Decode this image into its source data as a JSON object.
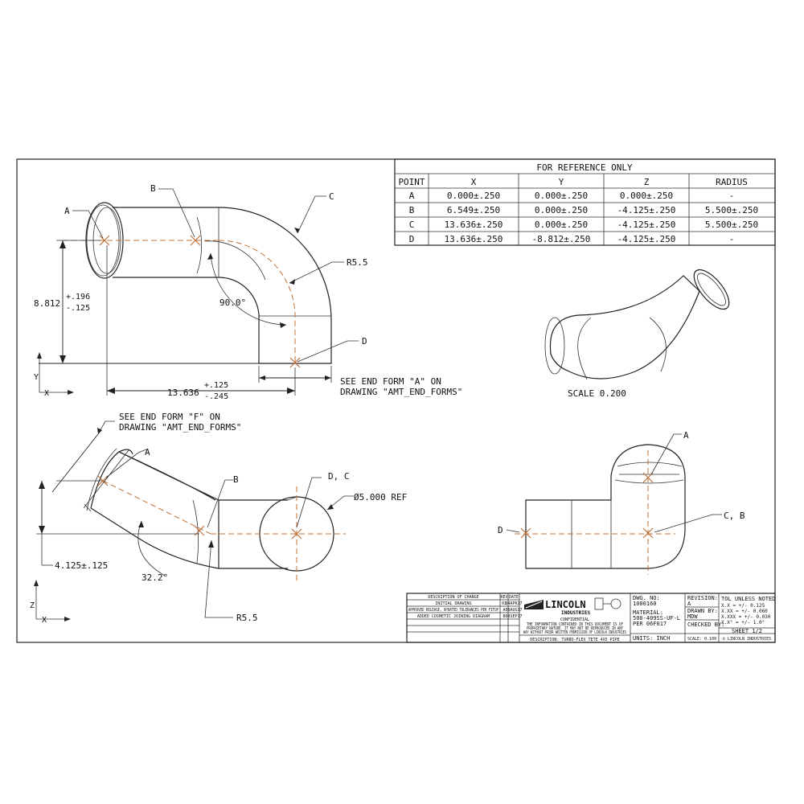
{
  "reference_table": {
    "title": "FOR REFERENCE ONLY",
    "headers": [
      "POINT",
      "X",
      "Y",
      "Z",
      "RADIUS"
    ],
    "rows": [
      [
        "A",
        "0.000±.250",
        "0.000±.250",
        "0.000±.250",
        "-"
      ],
      [
        "B",
        "6.549±.250",
        "0.000±.250",
        "-4.125±.250",
        "5.500±.250"
      ],
      [
        "C",
        "13.636±.250",
        "0.000±.250",
        "-4.125±.250",
        "5.500±.250"
      ],
      [
        "D",
        "13.636±.250",
        "-8.812±.250",
        "-4.125±.250",
        "-"
      ]
    ]
  },
  "top_view": {
    "label_a": "A",
    "label_b": "B",
    "label_c": "C",
    "label_d": "D",
    "radius": "R5.5",
    "angle": "90.0°",
    "dim_vertical_main": "8.812",
    "dim_vertical_plus": "+.196",
    "dim_vertical_minus": "-.125",
    "dim_horizontal_main": "13.636",
    "dim_horizontal_plus": "+.125",
    "dim_horizontal_minus": "-.245",
    "note_line1": "SEE END FORM \"A\" ON",
    "note_line2": "DRAWING \"AMT_END_FORMS\"",
    "axis_x": "X",
    "axis_y": "Y"
  },
  "front_view": {
    "note_line1": "SEE END FORM \"F\" ON",
    "note_line2": "DRAWING \"AMT_END_FORMS\"",
    "label_a": "A",
    "label_b": "B",
    "label_dc": "D, C",
    "diameter": "Ø5.000 REF",
    "dim_offset": "4.125±.125",
    "angle": "32.2°",
    "radius": "R5.5",
    "axis_x": "X",
    "axis_z": "Z"
  },
  "iso_view": {
    "scale": "SCALE  0.200"
  },
  "side_view": {
    "label_a": "A",
    "label_d": "D",
    "label_cb": "C, B"
  },
  "title_block": {
    "revision_header": "DESCRIPTION OF CHANGE",
    "rev_col": "REV",
    "date_col": "DATE",
    "revisions": [
      {
        "desc": "INITIAL DRAWING",
        "rev": "01",
        "date": "04APR17"
      },
      {
        "desc": "APPROVED RELEASE, UPDATED TOLERANCES PER FITUP",
        "rev": "A",
        "date": "08AUG17"
      },
      {
        "desc": "ADDED COSMETIC JOINING DIAGRAM",
        "rev": "B",
        "date": "08SEP17"
      }
    ],
    "company": "LINCOLN",
    "company_sub": "INDUSTRIES",
    "confidential_title": "CONFIDENTIAL",
    "confidential_1": "THE INFORMATION CONTAINED IN THIS DOCUMENT IS OF",
    "confidential_2": "PROPRIETARY NATURE. IT MAY NOT BE REPRODUCED IN ANY",
    "confidential_3": "WAY WITHOUT PRIOR WRITTEN PERMISSION OF LINCOLN INDUSTRIES",
    "description": "DESCRIPTION: TURBO-FLEX TETE 4X5 PIPE",
    "dwg_no_label": "DWG. NO:",
    "dwg_no": "1000160",
    "material_label": "MATERIAL:",
    "material": "500-409SS-UF-L",
    "per": "PER 06F017",
    "units": "UNITS: INCH",
    "revision_label": "REVISION:",
    "revision": "A",
    "drawn_by_label": "DRAWN BY:",
    "drawn_by": "MDW",
    "checked_by_label": "CHECKED BY:",
    "scale_label": "SCALE: 0.100",
    "tol_title": "TOL UNLESS NOTED",
    "tol_1": "X.X   = +/- 0.125",
    "tol_2": "X.XX  = +/- 0.060",
    "tol_3": "X.XXX = +/- 0.030",
    "tol_4": "X.X°  = +/- 1.0°",
    "sheet": "SHEET 1/2",
    "copyright": "© LINCOLN INDUSTRIES"
  }
}
